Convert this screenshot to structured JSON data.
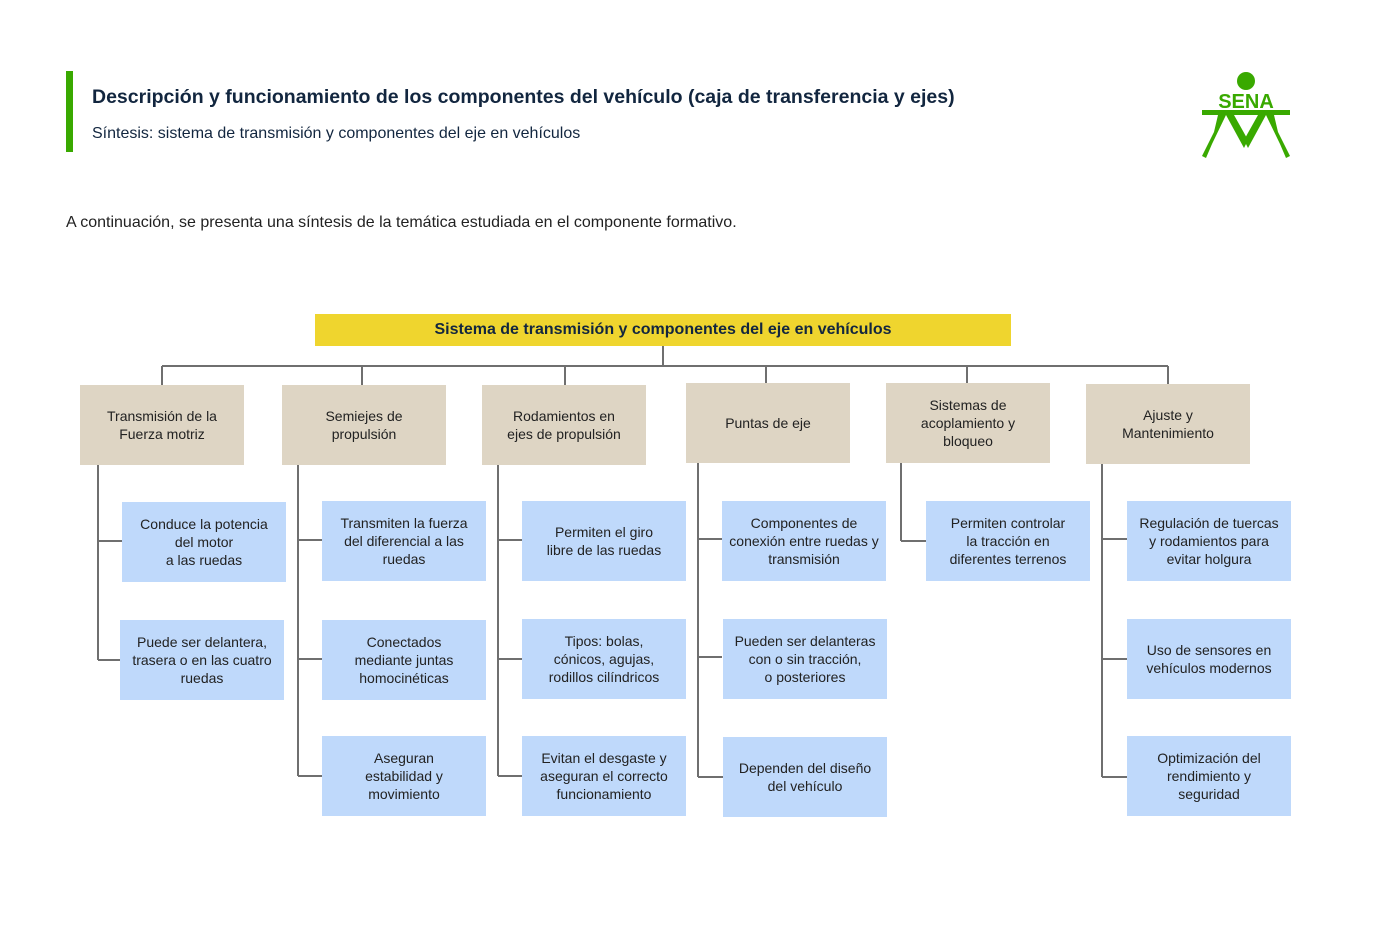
{
  "header": {
    "title": "Descripción y funcionamiento de los componentes del vehículo (caja de transferencia y ejes)",
    "subtitle": "Síntesis: sistema de transmisión y componentes del eje en vehículos",
    "logo_text": "SENA",
    "accent_color": "#39a900"
  },
  "intro": "A continuación, se presenta una síntesis de la temática estudiada en el componente formativo.",
  "diagram": {
    "root": "Sistema de transmisión y componentes del eje en vehículos",
    "categories": [
      {
        "label": "Transmisión de la\nFuerza motriz",
        "items": [
          "Conduce la potencia\ndel motor\na las ruedas",
          "Puede ser delantera,\ntrasera o en las cuatro\nruedas"
        ]
      },
      {
        "label": "Semiejes de\npropulsión",
        "items": [
          "Transmiten la fuerza\ndel diferencial a las\nruedas",
          "Conectados\nmediante juntas\nhomocinéticas",
          "Aseguran\nestabilidad y\nmovimiento"
        ]
      },
      {
        "label": "Rodamientos en\nejes de propulsión",
        "items": [
          "Permiten el giro\nlibre de las ruedas",
          "Tipos:  bolas,\ncónicos, agujas,\nrodillos cilíndricos",
          "Evitan el desgaste y\naseguran el correcto\nfuncionamiento"
        ]
      },
      {
        "label": "Puntas de eje",
        "items": [
          "Componentes de\nconexión entre ruedas y\ntransmisión",
          "Pueden ser delanteras\ncon o sin tracción,\no posteriores",
          "Dependen del diseño\ndel vehículo"
        ]
      },
      {
        "label": "Sistemas de\nacoplamiento y\nbloqueo",
        "items": [
          "Permiten controlar\nla tracción en\ndiferentes terrenos"
        ]
      },
      {
        "label": "Ajuste y\nMantenimiento",
        "items": [
          "Regulación de tuercas\ny rodamientos para\nevitar holgura",
          "Uso de sensores en\nvehículos modernos",
          "Optimización del\nrendimiento y\nseguridad"
        ]
      }
    ],
    "colors": {
      "root": "#efd52e",
      "category": "#ded5c4",
      "item": "#bfd9fb",
      "connector": "#6f6f6f"
    }
  }
}
